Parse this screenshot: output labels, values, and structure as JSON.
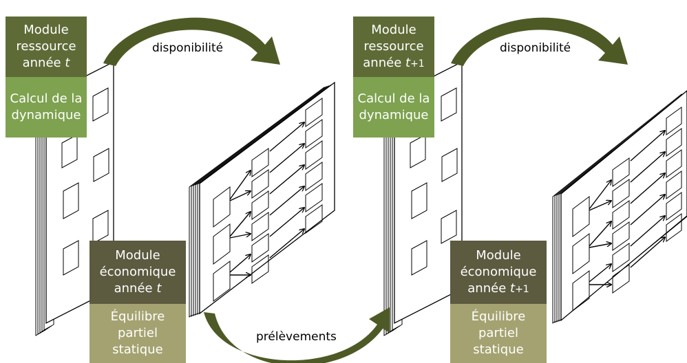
{
  "colors": {
    "resource_module": "#5f6b37",
    "dynamics": "#7ea24f",
    "economic_module": "#5c5a3f",
    "equilibrium": "#a4a270",
    "arrow": "#4e5a26"
  },
  "left": {
    "resource_module": {
      "line1": "Module",
      "line2": "ressource",
      "line3_prefix": "année ",
      "year": "t"
    },
    "dynamics": {
      "line1": "Calcul de la",
      "line2": "dynamique"
    },
    "economic_module": {
      "line1": "Module",
      "line2": "économique",
      "line3_prefix": "année ",
      "year": "t"
    },
    "equilibrium": {
      "line1": "Équilibre",
      "line2": "partiel",
      "line3": "statique"
    },
    "availability_label": "disponibilité"
  },
  "right": {
    "resource_module": {
      "line1": "Module",
      "line2": "ressource",
      "line3_prefix": "année ",
      "year": "t",
      "year_suffix": "+1"
    },
    "dynamics": {
      "line1": "Calcul de la",
      "line2": "dynamique"
    },
    "economic_module": {
      "line1": "Module",
      "line2": "économique",
      "line3_prefix": "année ",
      "year": "t",
      "year_suffix": "+1"
    },
    "equilibrium": {
      "line1": "Équilibre",
      "line2": "partiel",
      "line3": "statique"
    },
    "availability_label": "disponibilité"
  },
  "withdrawals_label": "prélèvements"
}
